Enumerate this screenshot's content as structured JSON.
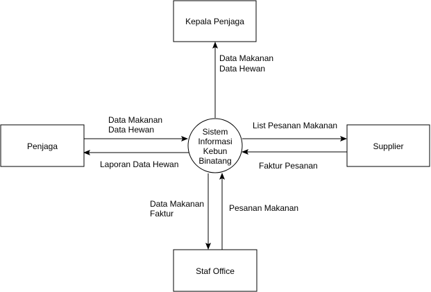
{
  "diagram": {
    "process": {
      "lines": [
        "Sistem",
        "Informasi",
        "Kebun",
        "Binatang"
      ]
    },
    "entities": {
      "kepala_penjaga": "Kepala Penjaga",
      "penjaga": "Penjaga",
      "supplier": "Supplier",
      "staf_office": "Staf Office"
    },
    "flows": {
      "to_kepala": [
        "Data Makanan",
        "Data Hewan"
      ],
      "from_penjaga": [
        "Data Makanan",
        "Data Hewan"
      ],
      "to_penjaga": [
        "Laporan Data Hewan"
      ],
      "to_supplier": [
        "List Pesanan Makanan"
      ],
      "from_supplier": [
        "Faktur Pesanan"
      ],
      "to_staf": [
        "Data Makanan",
        "Faktur"
      ],
      "from_staf": [
        "Pesanan Makanan"
      ]
    },
    "colors": {
      "stroke": "#000000",
      "background": "#ffffff"
    }
  }
}
